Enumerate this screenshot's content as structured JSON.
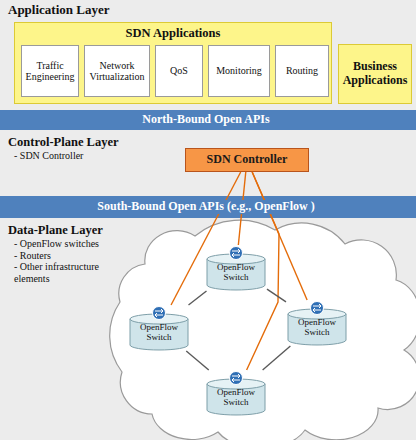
{
  "diagram": {
    "nodes": [
      {
        "text": [
          "Application Layer"
        ]
      },
      {
        "text": [
          "SDN Applications"
        ],
        "in": 0
      },
      {
        "text": [
          "Traffic Engineering"
        ],
        "in": 1
      },
      {
        "text": [
          "Network Virtualization"
        ],
        "in": 1
      },
      {
        "text": [
          "QoS"
        ],
        "in": 1
      },
      {
        "text": [
          "Monitoring"
        ],
        "in": 1
      },
      {
        "text": [
          "Routing"
        ],
        "in": 1
      },
      {
        "text": [
          "Business Applications"
        ],
        "in": 0
      },
      {
        "text": [
          "North-Bound Open APIs"
        ]
      },
      {
        "text": [
          "Control-Plane Layer",
          "- SDN Controller"
        ]
      },
      {
        "text": [
          "SDN Controller"
        ],
        "in": 9
      },
      {
        "text": [
          "South-Bound Open APIs (e.g., OpenFlow )"
        ]
      },
      {
        "text": [
          "Data-Plane Layer",
          "- OpenFlow switches",
          "- Routers",
          "- Other infrastructure elements"
        ]
      },
      {
        "text": [
          "OpenFlow Switch"
        ],
        "in": 12
      },
      {
        "text": [
          "OpenFlow Switch"
        ],
        "in": 12
      },
      {
        "text": [
          "OpenFlow Switch"
        ],
        "in": 12
      },
      {
        "text": [
          "OpenFlow Switch"
        ],
        "in": 12
      }
    ],
    "edges": [
      {
        "from": 10,
        "to": 13,
        "arrow": "none"
      },
      {
        "from": 10,
        "to": 14,
        "arrow": "none"
      },
      {
        "from": 10,
        "to": 15,
        "arrow": "none"
      },
      {
        "from": 10,
        "to": 16,
        "arrow": "none"
      },
      {
        "from": 13,
        "to": 14,
        "arrow": "none"
      },
      {
        "from": 13,
        "to": 15,
        "arrow": "none"
      },
      {
        "from": 14,
        "to": 16,
        "arrow": "none"
      },
      {
        "from": 15,
        "to": 16,
        "arrow": "none"
      }
    ]
  }
}
